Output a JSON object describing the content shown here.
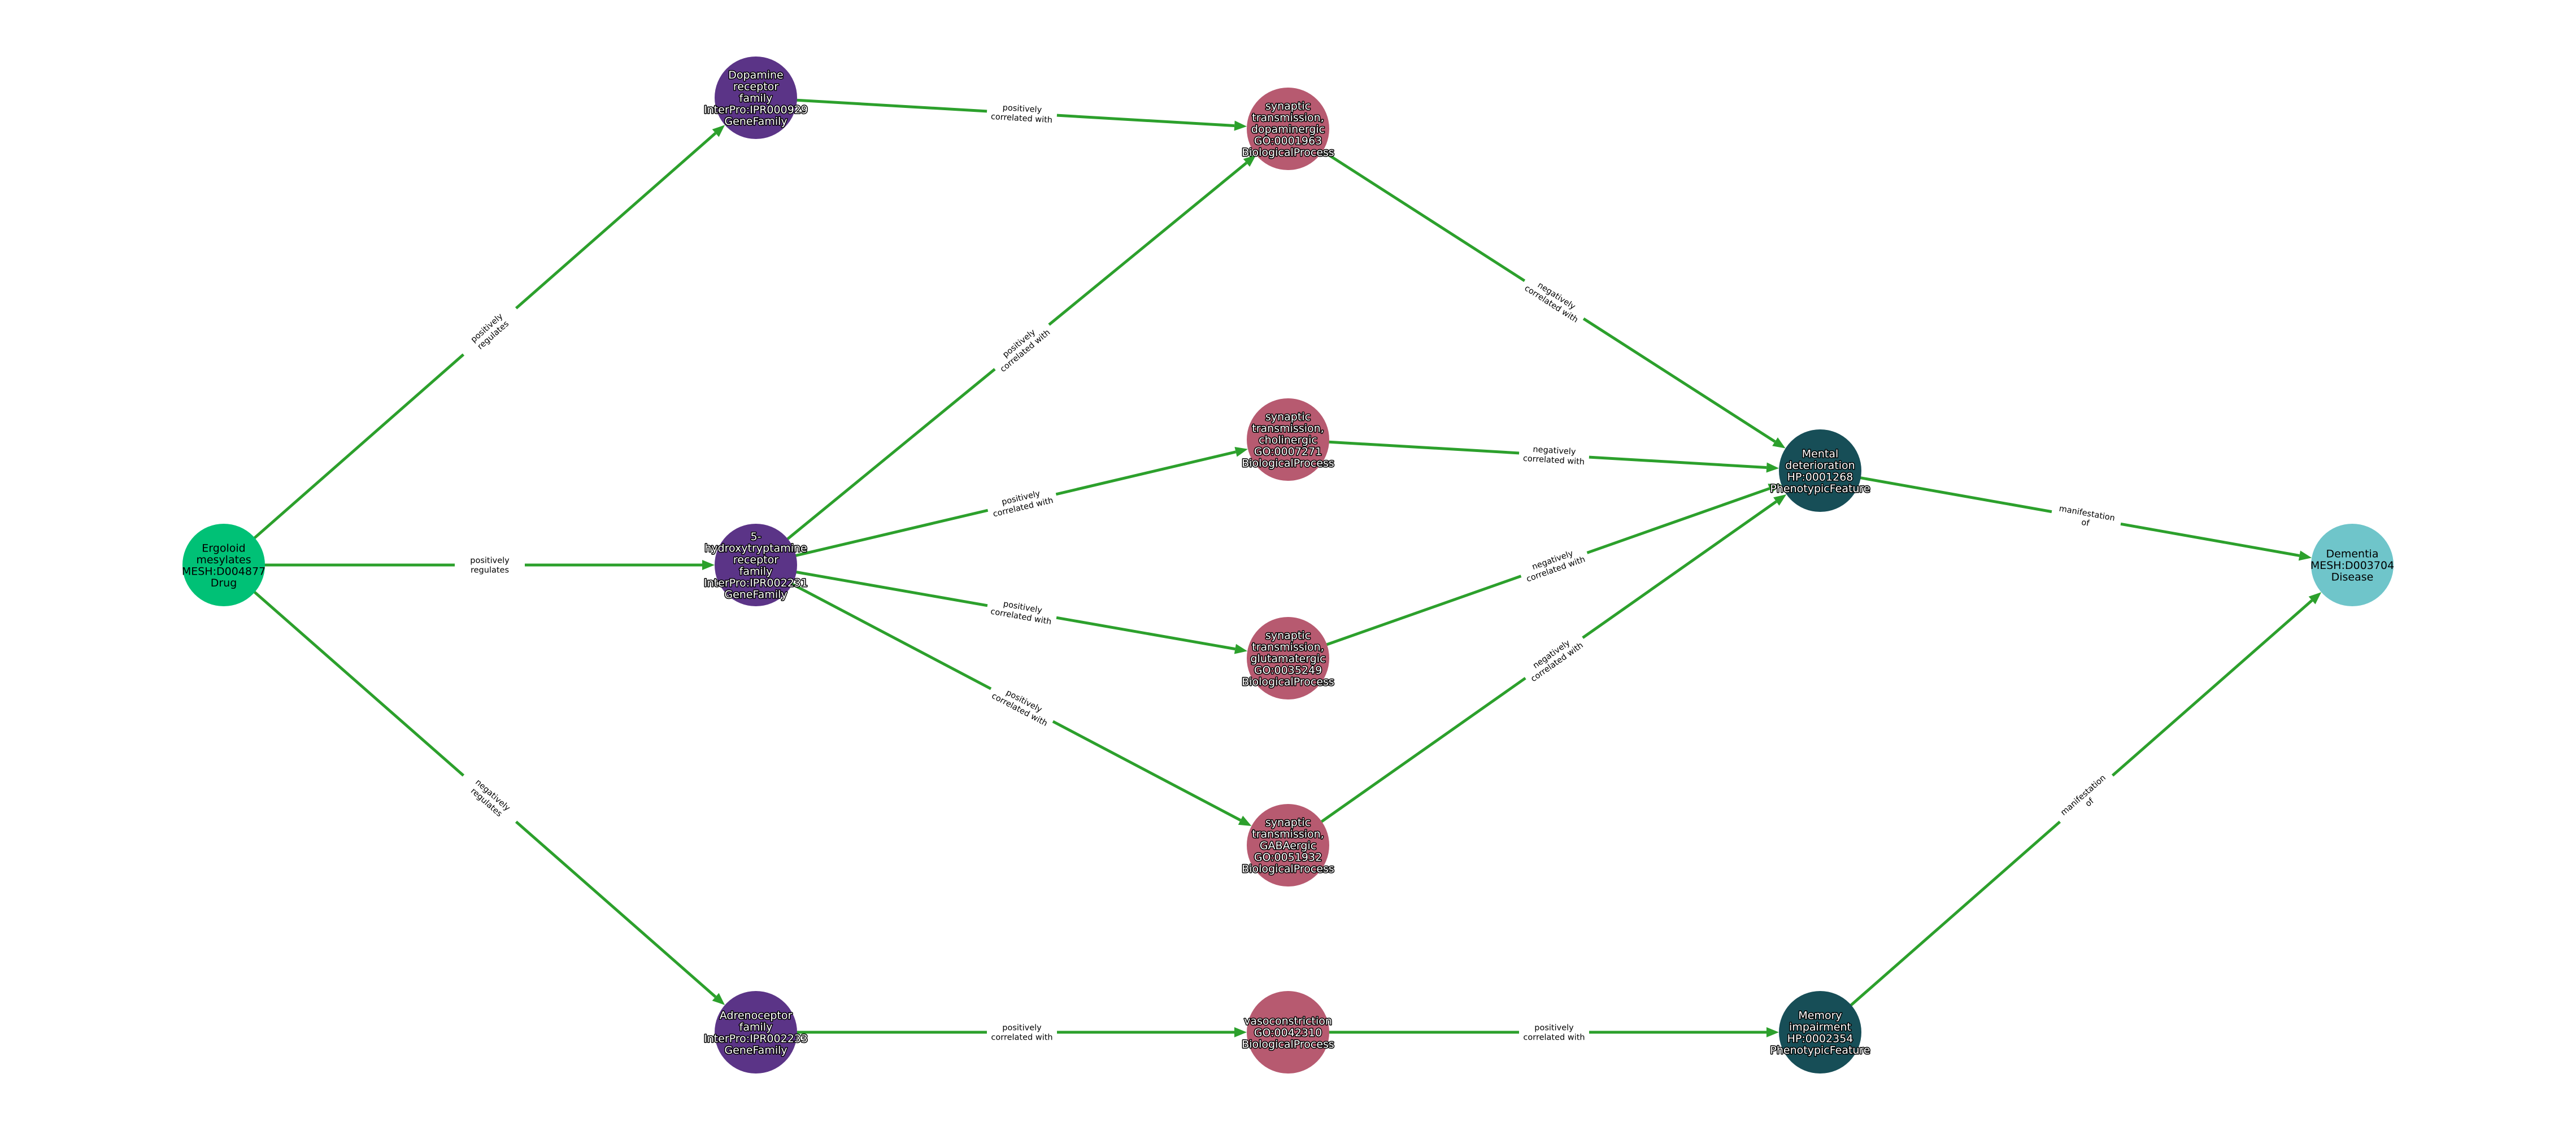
{
  "colors": {
    "edge": "#2ca02c",
    "Drug": "#00c176",
    "GeneFamily": "#5b3487",
    "BiologicalProcess": "#b75a70",
    "PhenotypicFeature": "#174e57",
    "Disease": "#6fc5ca"
  },
  "nodes": [
    {
      "id": "ergoloid",
      "type": "Drug",
      "lines": [
        "Ergoloid",
        "mesylates",
        "MESH:D004877",
        "Drug"
      ]
    },
    {
      "id": "dopamine_family",
      "type": "GeneFamily",
      "lines": [
        "Dopamine",
        "receptor",
        "family",
        "InterPro:IPR000929",
        "GeneFamily"
      ]
    },
    {
      "id": "ht_family",
      "type": "GeneFamily",
      "lines": [
        "5-",
        "hydroxytryptamine",
        "receptor",
        "family",
        "InterPro:IPR002231",
        "GeneFamily"
      ]
    },
    {
      "id": "adreno_family",
      "type": "GeneFamily",
      "lines": [
        "Adrenoceptor",
        "family",
        "InterPro:IPR002233",
        "GeneFamily"
      ]
    },
    {
      "id": "syn_dopa",
      "type": "BiologicalProcess",
      "lines": [
        "synaptic",
        "transmission,",
        "dopaminergic",
        "GO:0001963",
        "BiologicalProcess"
      ]
    },
    {
      "id": "syn_chol",
      "type": "BiologicalProcess",
      "lines": [
        "synaptic",
        "transmission,",
        "cholinergic",
        "GO:0007271",
        "BiologicalProcess"
      ]
    },
    {
      "id": "syn_glut",
      "type": "BiologicalProcess",
      "lines": [
        "synaptic",
        "transmission,",
        "glutamatergic",
        "GO:0035249",
        "BiologicalProcess"
      ]
    },
    {
      "id": "syn_gaba",
      "type": "BiologicalProcess",
      "lines": [
        "synaptic",
        "transmission,",
        "GABAergic",
        "GO:0051932",
        "BiologicalProcess"
      ]
    },
    {
      "id": "vaso",
      "type": "BiologicalProcess",
      "lines": [
        "vasoconstriction",
        "GO:0042310",
        "BiologicalProcess"
      ]
    },
    {
      "id": "mental",
      "type": "PhenotypicFeature",
      "lines": [
        "Mental",
        "deterioration",
        "HP:0001268",
        "PhenotypicFeature"
      ]
    },
    {
      "id": "memory",
      "type": "PhenotypicFeature",
      "lines": [
        "Memory",
        "impairment",
        "HP:0002354",
        "PhenotypicFeature"
      ]
    },
    {
      "id": "dementia",
      "type": "Disease",
      "lines": [
        "Dementia",
        "MESH:D003704",
        "Disease"
      ]
    }
  ],
  "edges": [
    {
      "source": "ergoloid",
      "target": "dopamine_family",
      "lines": [
        "positively",
        "regulates"
      ]
    },
    {
      "source": "ergoloid",
      "target": "ht_family",
      "lines": [
        "positively",
        "regulates"
      ]
    },
    {
      "source": "ergoloid",
      "target": "adreno_family",
      "lines": [
        "negatively",
        "regulates"
      ]
    },
    {
      "source": "dopamine_family",
      "target": "syn_dopa",
      "lines": [
        "positively",
        "correlated with"
      ]
    },
    {
      "source": "ht_family",
      "target": "syn_dopa",
      "lines": [
        "positively",
        "correlated with"
      ]
    },
    {
      "source": "ht_family",
      "target": "syn_chol",
      "lines": [
        "positively",
        "correlated with"
      ]
    },
    {
      "source": "ht_family",
      "target": "syn_glut",
      "lines": [
        "positively",
        "correlated with"
      ]
    },
    {
      "source": "ht_family",
      "target": "syn_gaba",
      "lines": [
        "positively",
        "correlated with"
      ]
    },
    {
      "source": "adreno_family",
      "target": "vaso",
      "lines": [
        "positively",
        "correlated with"
      ]
    },
    {
      "source": "syn_dopa",
      "target": "mental",
      "lines": [
        "negatively",
        "correlated with"
      ]
    },
    {
      "source": "syn_chol",
      "target": "mental",
      "lines": [
        "negatively",
        "correlated with"
      ]
    },
    {
      "source": "syn_glut",
      "target": "mental",
      "lines": [
        "negatively",
        "correlated with"
      ]
    },
    {
      "source": "syn_gaba",
      "target": "mental",
      "lines": [
        "negatively",
        "correlated with"
      ]
    },
    {
      "source": "vaso",
      "target": "memory",
      "lines": [
        "positively",
        "correlated with"
      ]
    },
    {
      "source": "mental",
      "target": "dementia",
      "lines": [
        "manifestation",
        "of"
      ]
    },
    {
      "source": "memory",
      "target": "dementia",
      "lines": [
        "manifestation",
        "of"
      ]
    }
  ]
}
